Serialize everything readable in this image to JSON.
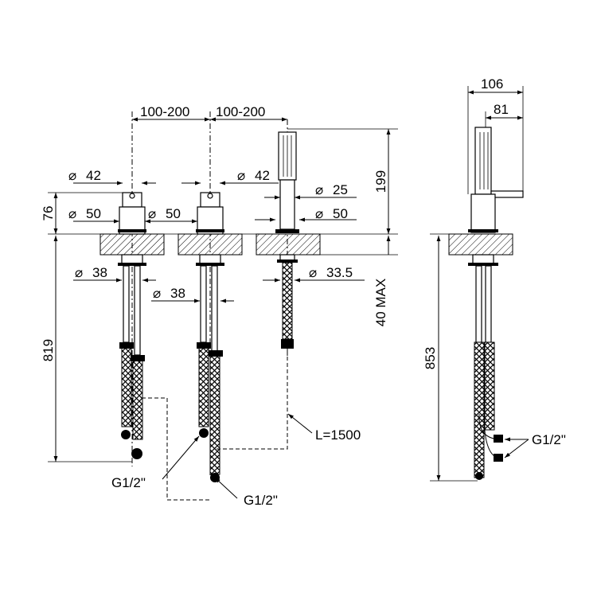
{
  "dimensions": {
    "spacing_left": "100-200",
    "spacing_right": "100-200",
    "dia_42_left": "42",
    "dia_42_right": "42",
    "dia_50_a": "50",
    "dia_50_b": "50",
    "dia_50_c": "50",
    "dia_25": "25",
    "dia_38_left": "38",
    "dia_38_right": "38",
    "dia_33_5": "33.5",
    "height_76": "76",
    "height_199": "199",
    "depth_40_max": "40 MAX",
    "length_819": "819",
    "length_853": "853",
    "side_106": "106",
    "side_81": "81"
  },
  "callouts": {
    "hose_length": "L=1500",
    "thread_left": "G1/2\"",
    "thread_center": "G1/2\"",
    "thread_side": "G1/2\""
  },
  "symbols": {
    "diameter": "⌀"
  }
}
